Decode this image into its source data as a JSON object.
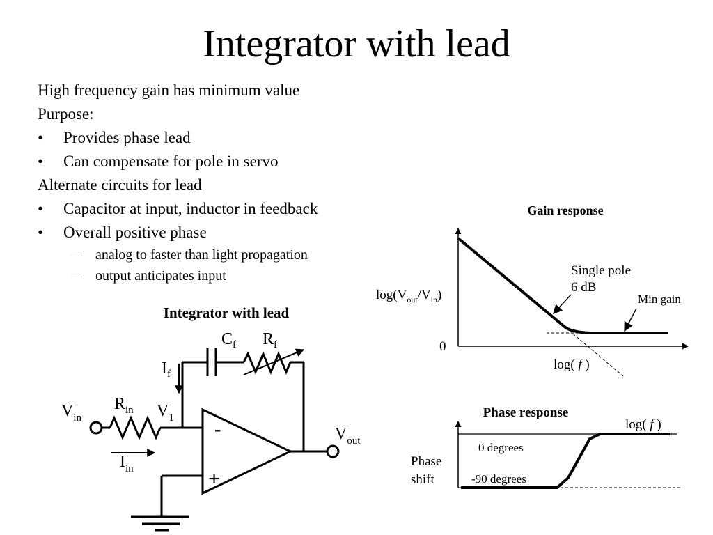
{
  "title": "Integrator with lead",
  "text": {
    "line1": "High frequency gain has minimum value",
    "purpose_heading": "Purpose:",
    "purpose_items": [
      "Provides phase lead",
      "Can compensate for pole in servo"
    ],
    "alternate_heading": "Alternate circuits for lead",
    "alternate_items": [
      "Capacitor at input, inductor in feedback",
      "Overall positive phase"
    ],
    "sub_items": [
      "analog to faster than light propagation",
      "output anticipates input"
    ],
    "bullet": "•",
    "dash": "–"
  },
  "circuit": {
    "title": "Integrator with lead",
    "cf": "C",
    "cf_sub": "f",
    "rf": "R",
    "rf_sub": "f",
    "if": "I",
    "if_sub": "f",
    "vin": "V",
    "vin_sub": "in",
    "rin": "R",
    "rin_sub": "in",
    "v1": "V",
    "v1_sub": "1",
    "vout": "V",
    "vout_sub": "out",
    "iin": "I",
    "iin_sub": "in",
    "minus": "-",
    "plus": "+"
  },
  "gain_plot": {
    "title": "Gain response",
    "ylabel_pre": "log(V",
    "ylabel_sub1": "out",
    "ylabel_mid": "/V",
    "ylabel_sub2": "in",
    "ylabel_post": ")",
    "zero": "0",
    "xlabel_pre": "log( ",
    "xlabel_f": "f",
    "xlabel_post": " )",
    "ann_single_pole": "Single pole",
    "ann_6db": "6 dB",
    "ann_min_gain": "Min gain"
  },
  "phase_plot": {
    "title": "Phase response",
    "xlabel_pre": "log( ",
    "xlabel_f": "f",
    "xlabel_post": " )",
    "zero_deg": "0 degrees",
    "minus90_deg": "-90 degrees",
    "ylabel_line1": "Phase",
    "ylabel_line2": "shift"
  }
}
